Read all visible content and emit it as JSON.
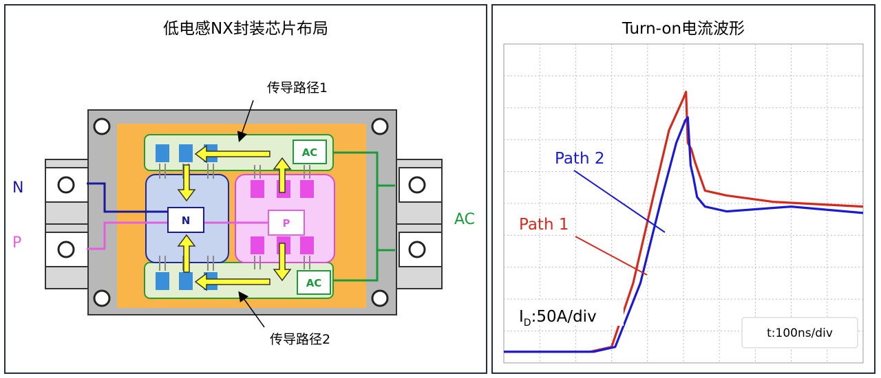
{
  "left": {
    "title": "低电感NX封装芯片布局",
    "path1_label": "传导路径1",
    "path2_label": "传导路径2",
    "terminal_n": "N",
    "terminal_p": "P",
    "terminal_ac": "AC",
    "chip_n": "N",
    "chip_p": "P",
    "chip_ac_top": "AC",
    "chip_ac_bottom": "AC",
    "colors": {
      "n_line": "#1a1aa0",
      "p_line": "#e060e0",
      "ac_line": "#1a9a3a",
      "base": "#f9b54a",
      "arrow": "#ffff33"
    }
  },
  "right": {
    "title": "Turn-on电流波形",
    "series_path1": "Path 1",
    "series_path2": "Path 2",
    "y_scale_main": "I",
    "y_scale_sub": "D",
    "y_scale_rest": ":50A/div",
    "x_scale": "t:100ns/div",
    "colors": {
      "path1": "#d42a1e",
      "path2": "#1a1ad4"
    }
  },
  "chart_data": {
    "type": "line",
    "title": "Turn-on电流波形",
    "x_scale_label": "t:100ns/div",
    "y_scale_label": "ID:50A/div",
    "xlim": [
      0,
      10
    ],
    "ylim": [
      0,
      10
    ],
    "grid": true,
    "series": [
      {
        "name": "Path 1",
        "color": "#d42a1e",
        "x": [
          0,
          2.4,
          3.0,
          3.6,
          4.2,
          4.6,
          5.0,
          5.07,
          5.12,
          5.22,
          5.32,
          5.6,
          6.2,
          7.5,
          10
        ],
        "y": [
          0.35,
          0.35,
          0.5,
          2.5,
          5.4,
          7.3,
          8.3,
          8.5,
          6.9,
          6.7,
          6.3,
          5.4,
          5.25,
          5.05,
          4.9
        ]
      },
      {
        "name": "Path 2",
        "color": "#1a1ad4",
        "x": [
          0,
          2.5,
          3.1,
          3.8,
          4.4,
          4.8,
          5.05,
          5.12,
          5.2,
          5.28,
          5.38,
          5.6,
          6.2,
          8,
          10
        ],
        "y": [
          0.35,
          0.35,
          0.5,
          2.5,
          5.2,
          6.9,
          7.6,
          7.7,
          6.2,
          5.8,
          5.2,
          4.9,
          4.75,
          4.9,
          4.7
        ]
      }
    ]
  }
}
